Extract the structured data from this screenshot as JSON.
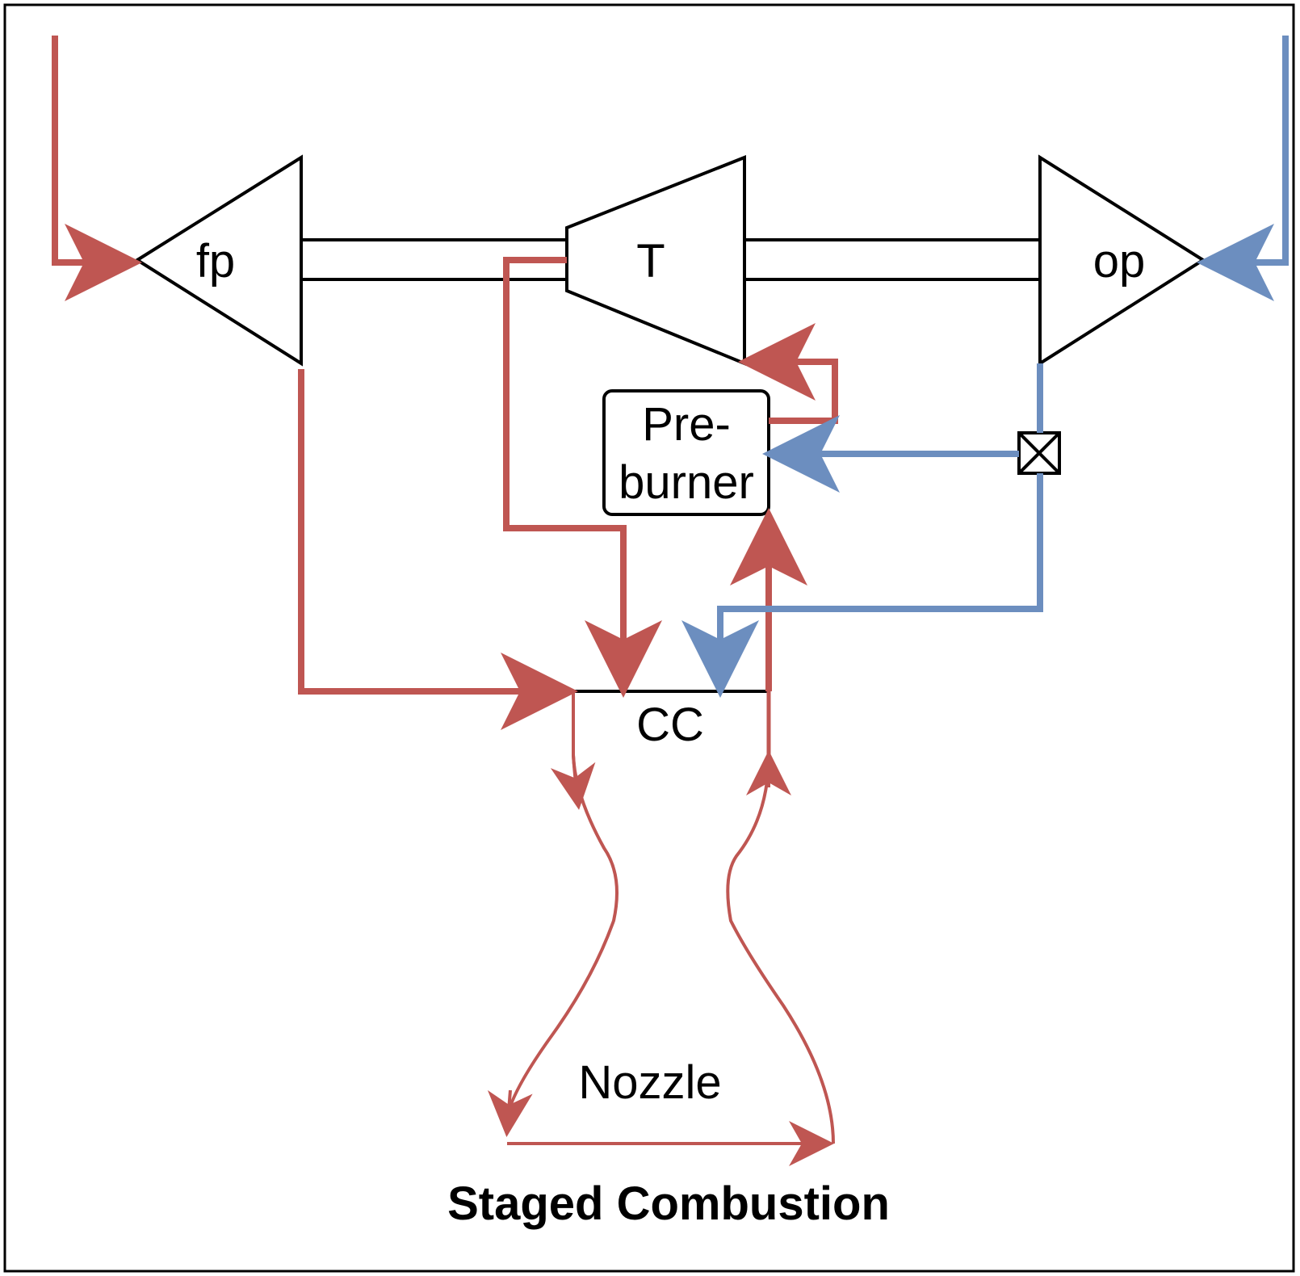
{
  "diagram": {
    "labels": {
      "fuel_pump": "fp",
      "turbine": "T",
      "oxidizer_pump": "op",
      "preburner_line1": "Pre-",
      "preburner_line2": "burner",
      "combustion_chamber": "CC",
      "nozzle": "Nozzle",
      "title": "Staged Combustion"
    },
    "colors": {
      "fuel": "#bf5652",
      "oxidizer": "#6c8ebf",
      "outline": "#000000",
      "background": "#ffffff"
    }
  }
}
